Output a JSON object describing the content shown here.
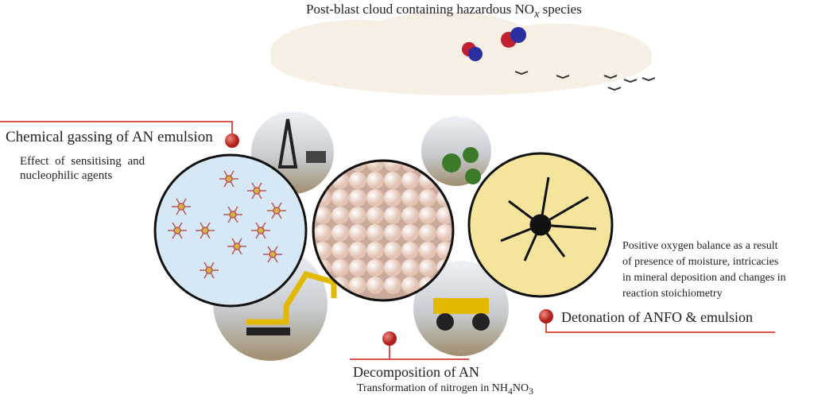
{
  "title": {
    "main": "Post-blast cloud containing hazardous NO",
    "sub": "x",
    "tail": " species"
  },
  "gassing": {
    "heading": "Chemical gassing of AN emulsion",
    "desc_line1": "Effect of sensitising and",
    "desc_line2": "nucleophilic agents"
  },
  "decomposition": {
    "heading": "Decomposition of AN",
    "desc_pre": "Transformation of nitrogen in NH",
    "desc_sub1": "4",
    "desc_mid": "NO",
    "desc_sub2": "3"
  },
  "detonation": {
    "heading": "Detonation of ANFO & emulsion",
    "desc_lines": [
      "Positive oxygen balance as a result",
      "of presence of moisture, intricacies",
      "in mineral deposition and changes in",
      "reaction stoichiometry"
    ]
  },
  "colors": {
    "accent_red": "#d9534f",
    "yellow": "#f4e49c",
    "blue": "#d6e8f5",
    "beige": "#f1d9cc"
  }
}
